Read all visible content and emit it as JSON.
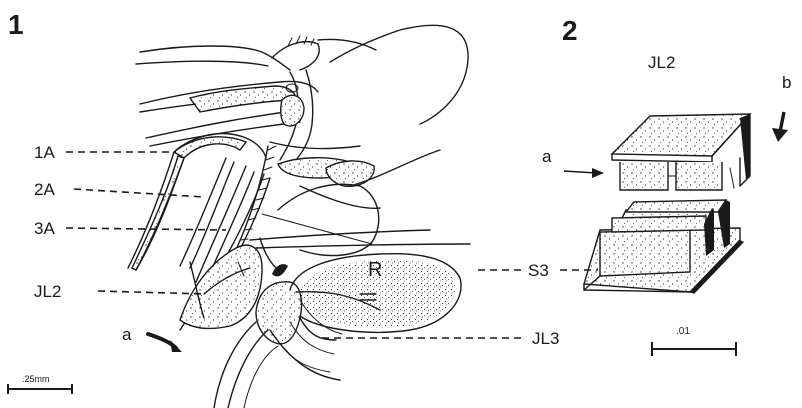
{
  "figure1": {
    "number": "1",
    "labels": {
      "a1": "1A",
      "a2": "2A",
      "a3": "3A",
      "jl2": "JL2",
      "a": "a",
      "r": "R",
      "jl3": "JL3"
    },
    "scale": ".25mm"
  },
  "figure2": {
    "number": "2",
    "labels": {
      "title": "JL2",
      "b": "b",
      "a": "a",
      "s3": "S3"
    },
    "scale": ".01"
  }
}
